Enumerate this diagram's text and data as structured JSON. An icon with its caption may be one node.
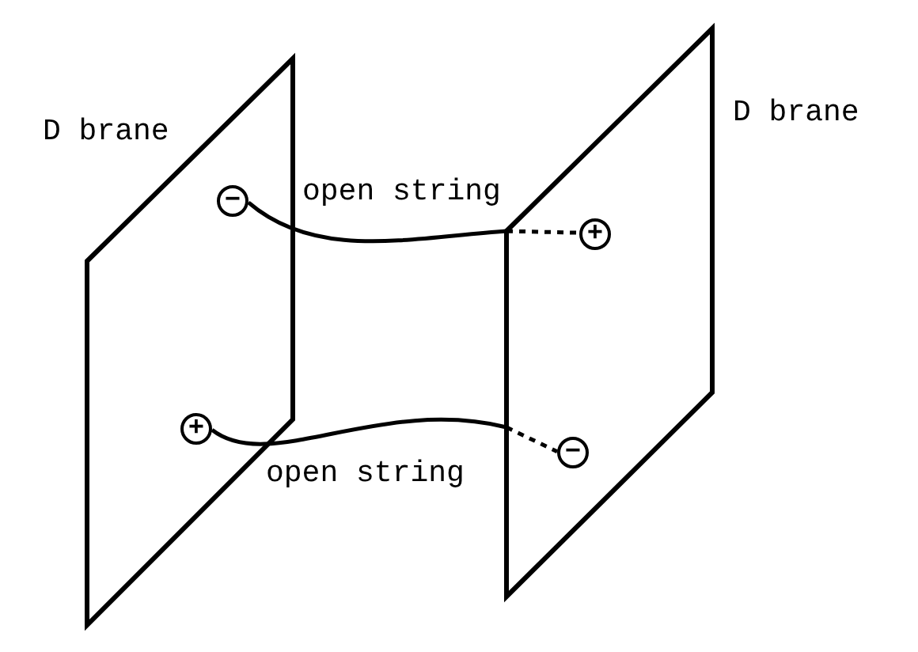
{
  "diagram": {
    "nodes": [
      {
        "text": [
          "D brane"
        ]
      },
      {
        "text": [
          "D brane"
        ]
      },
      {
        "text": [
          "−"
        ],
        "in": 0
      },
      {
        "text": [
          "+"
        ],
        "in": 1
      },
      {
        "text": [
          "+"
        ],
        "in": 0
      },
      {
        "text": [
          "−"
        ],
        "in": 1
      }
    ],
    "edges": [
      {
        "from": 2,
        "to": 3,
        "arrow": "none",
        "label": "open string"
      },
      {
        "from": 4,
        "to": 5,
        "arrow": "none",
        "label": "open string"
      }
    ]
  }
}
